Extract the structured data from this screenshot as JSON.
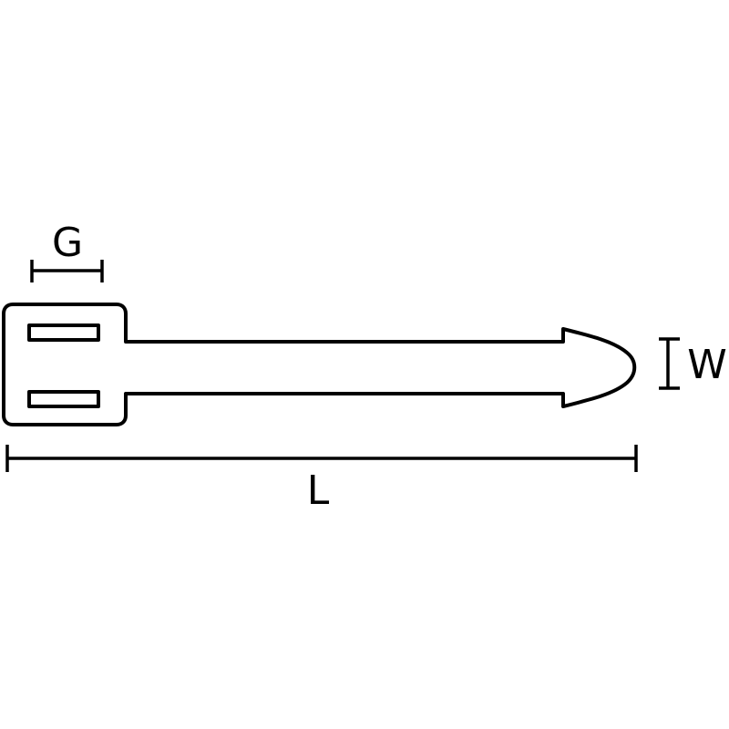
{
  "diagram": {
    "labels": {
      "head_width": "G",
      "strap_width": "W",
      "overall_length": "L"
    },
    "colors": {
      "line": "#000000",
      "background": "#ffffff"
    }
  }
}
